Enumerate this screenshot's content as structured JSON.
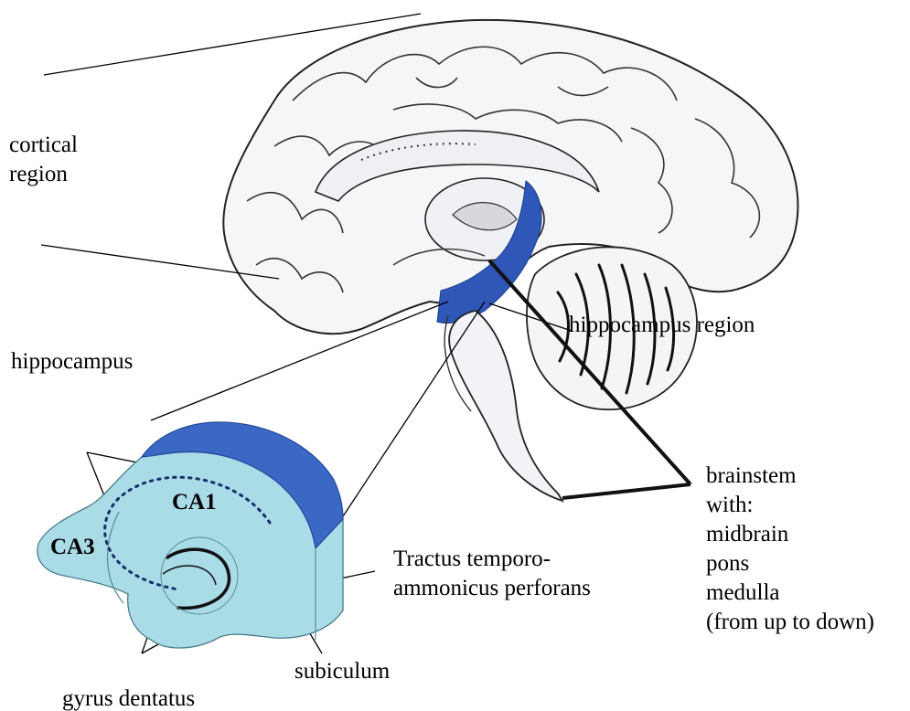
{
  "labels": {
    "cortical_line1": "cortical",
    "cortical_line2": "region",
    "hippocampus_region": "hippocampus region",
    "hippocampus": "hippocampus",
    "brainstem": [
      "brainstem",
      "with:",
      "midbrain",
      "pons",
      "medulla",
      "(from up to down)"
    ],
    "ca1": "CA1",
    "ca3": "CA3",
    "tractus_line1": "Tractus temporo-",
    "tractus_line2": "ammonicus perforans",
    "subiculum": "subiculum",
    "gyrus_dentatus": "gyrus dentatus"
  },
  "colors": {
    "hippocampus_highlight": "#2f57b8",
    "hippocampus_body": "#a9dce7",
    "hippocampus_top": "#3a68c4",
    "brain_outline": "#2a2a2a",
    "brain_fill": "#f3f4f7"
  }
}
